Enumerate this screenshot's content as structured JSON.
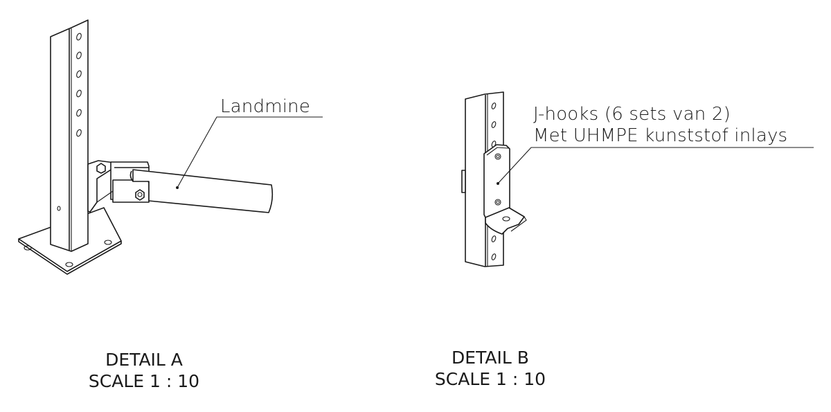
{
  "detail_a": {
    "callout": "Landmine",
    "title": "DETAIL A",
    "scale": "SCALE 1 : 10"
  },
  "detail_b": {
    "callout_line1": "J-hooks (6 sets van 2)",
    "callout_line2": "Met UHMPE kunststof inlays",
    "title": "DETAIL B",
    "scale": "SCALE 1 : 10"
  }
}
